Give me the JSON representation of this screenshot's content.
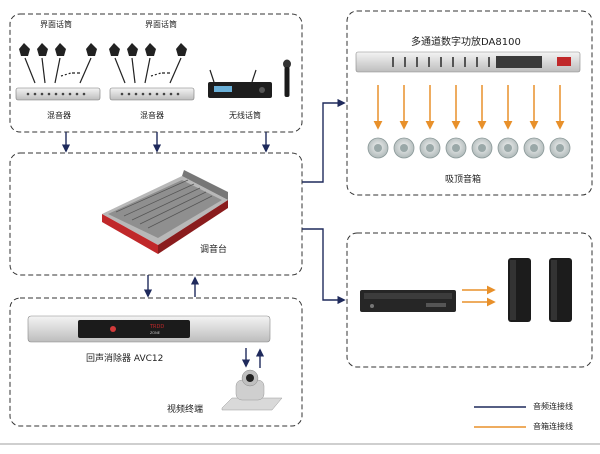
{
  "labels": {
    "boundary_mic_left": "界面话筒",
    "boundary_mic_right": "界面话筒",
    "mixer_left": "混音器",
    "mixer_right": "混音器",
    "wireless_mic": "无线话筒",
    "amplifier": "多通道数字功放DA8100",
    "ceiling_speaker": "吸顶音箱",
    "console": "调音台",
    "echo_canceller": "回声消除器 AVC12",
    "video_terminal": "视频终端"
  },
  "legend": {
    "audio_line": "音频连接线",
    "speaker_line": "音箱连接线"
  },
  "colors": {
    "audio_line": "#1f2a5c",
    "speaker_line": "#e8902a",
    "box_border": "#333333",
    "console_red": "#c0282a"
  }
}
